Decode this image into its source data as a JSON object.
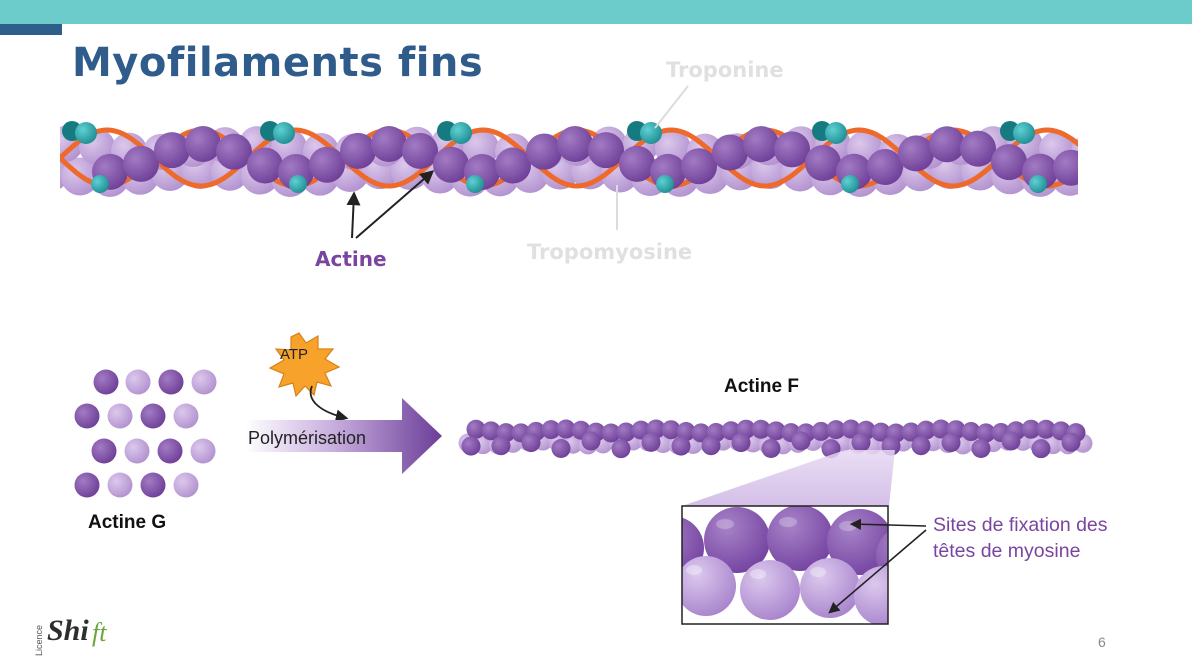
{
  "slide": {
    "title": "Myofilaments fins",
    "page_number": "6"
  },
  "top_diagram": {
    "label_troponine": "Troponine",
    "label_tropomyosine": "Tropomyosine",
    "label_actine": "Actine"
  },
  "bottom_diagram": {
    "atp": "ATP",
    "arrow_label": "Polymérisation",
    "actine_g": "Actine G",
    "actine_f": "Actine F",
    "sites_label": "Sites de fixation des têtes de myosine"
  },
  "logo": {
    "vertical_text": "Licence",
    "brand_main": "Shi",
    "brand_accent": "ft"
  },
  "colors": {
    "header_bar": "#6ccccc",
    "title": "#2f5c8a",
    "actin_dark": "#8250a8",
    "actin_light": "#c5a8dc",
    "tropomyosin": "#ee6a2a",
    "troponin": "#2ab3b8"
  }
}
